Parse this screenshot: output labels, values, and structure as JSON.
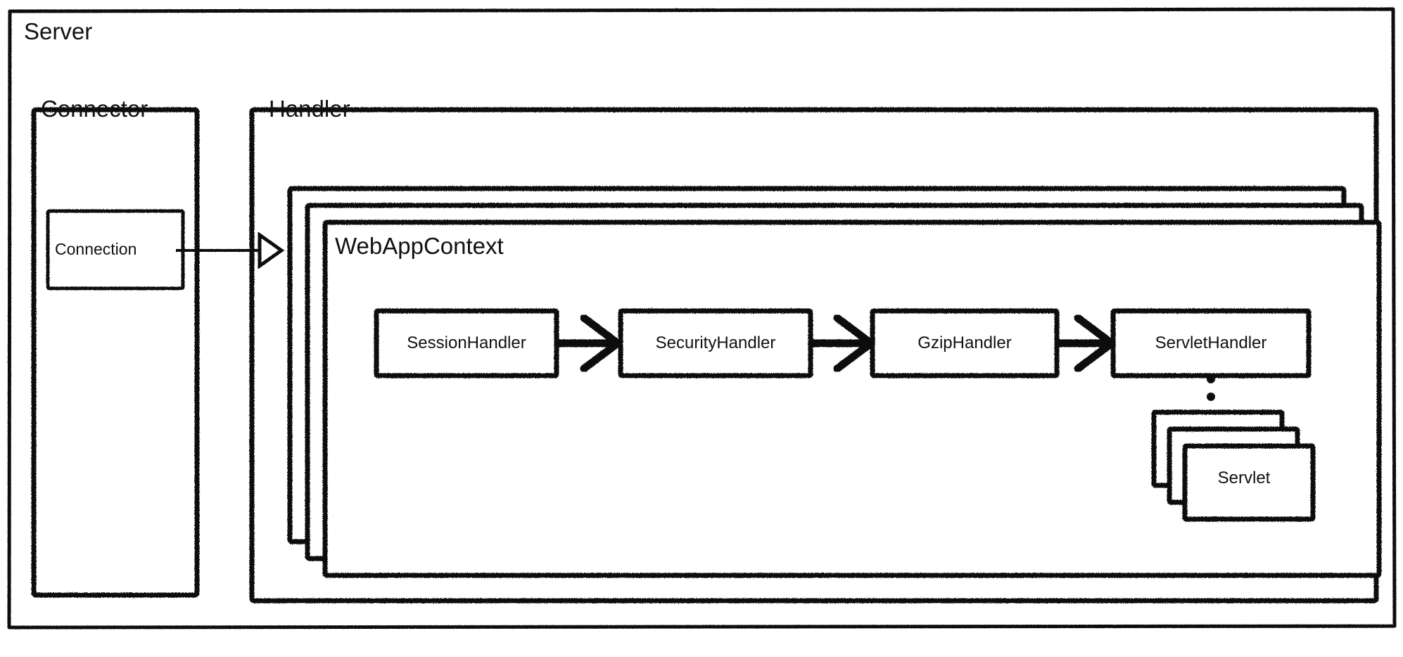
{
  "diagram": {
    "title": "Server",
    "style": "hand-drawn-sketch",
    "background": "#ffffff",
    "stroke_color": "#111111",
    "groups": {
      "server": {
        "label": "Server"
      },
      "connector": {
        "label": "Connector"
      },
      "handler": {
        "label": "Handler"
      },
      "webappcontext": {
        "label": "WebAppContext",
        "stack_count": 3
      }
    },
    "nodes": {
      "connection": {
        "label": "Connection"
      },
      "servlet": {
        "label": "Servlet",
        "stack_count": 3
      }
    },
    "handler_chain": [
      {
        "label": "SessionHandler"
      },
      {
        "label": "SecurityHandler"
      },
      {
        "label": "GzipHandler"
      },
      {
        "label": "ServletHandler"
      }
    ],
    "connections": [
      {
        "from": "Connection",
        "to": "Handler",
        "arrow": "hollow-triangle"
      },
      {
        "from": "SessionHandler",
        "to": "SecurityHandler",
        "arrow": "chevron"
      },
      {
        "from": "SecurityHandler",
        "to": "GzipHandler",
        "arrow": "chevron"
      },
      {
        "from": "GzipHandler",
        "to": "ServletHandler",
        "arrow": "chevron"
      },
      {
        "from": "ServletHandler",
        "to": "Servlet",
        "arrow": "vertical-dots"
      }
    ],
    "ellipsis": {
      "glyph": "⋮",
      "dot_count": 3
    }
  }
}
